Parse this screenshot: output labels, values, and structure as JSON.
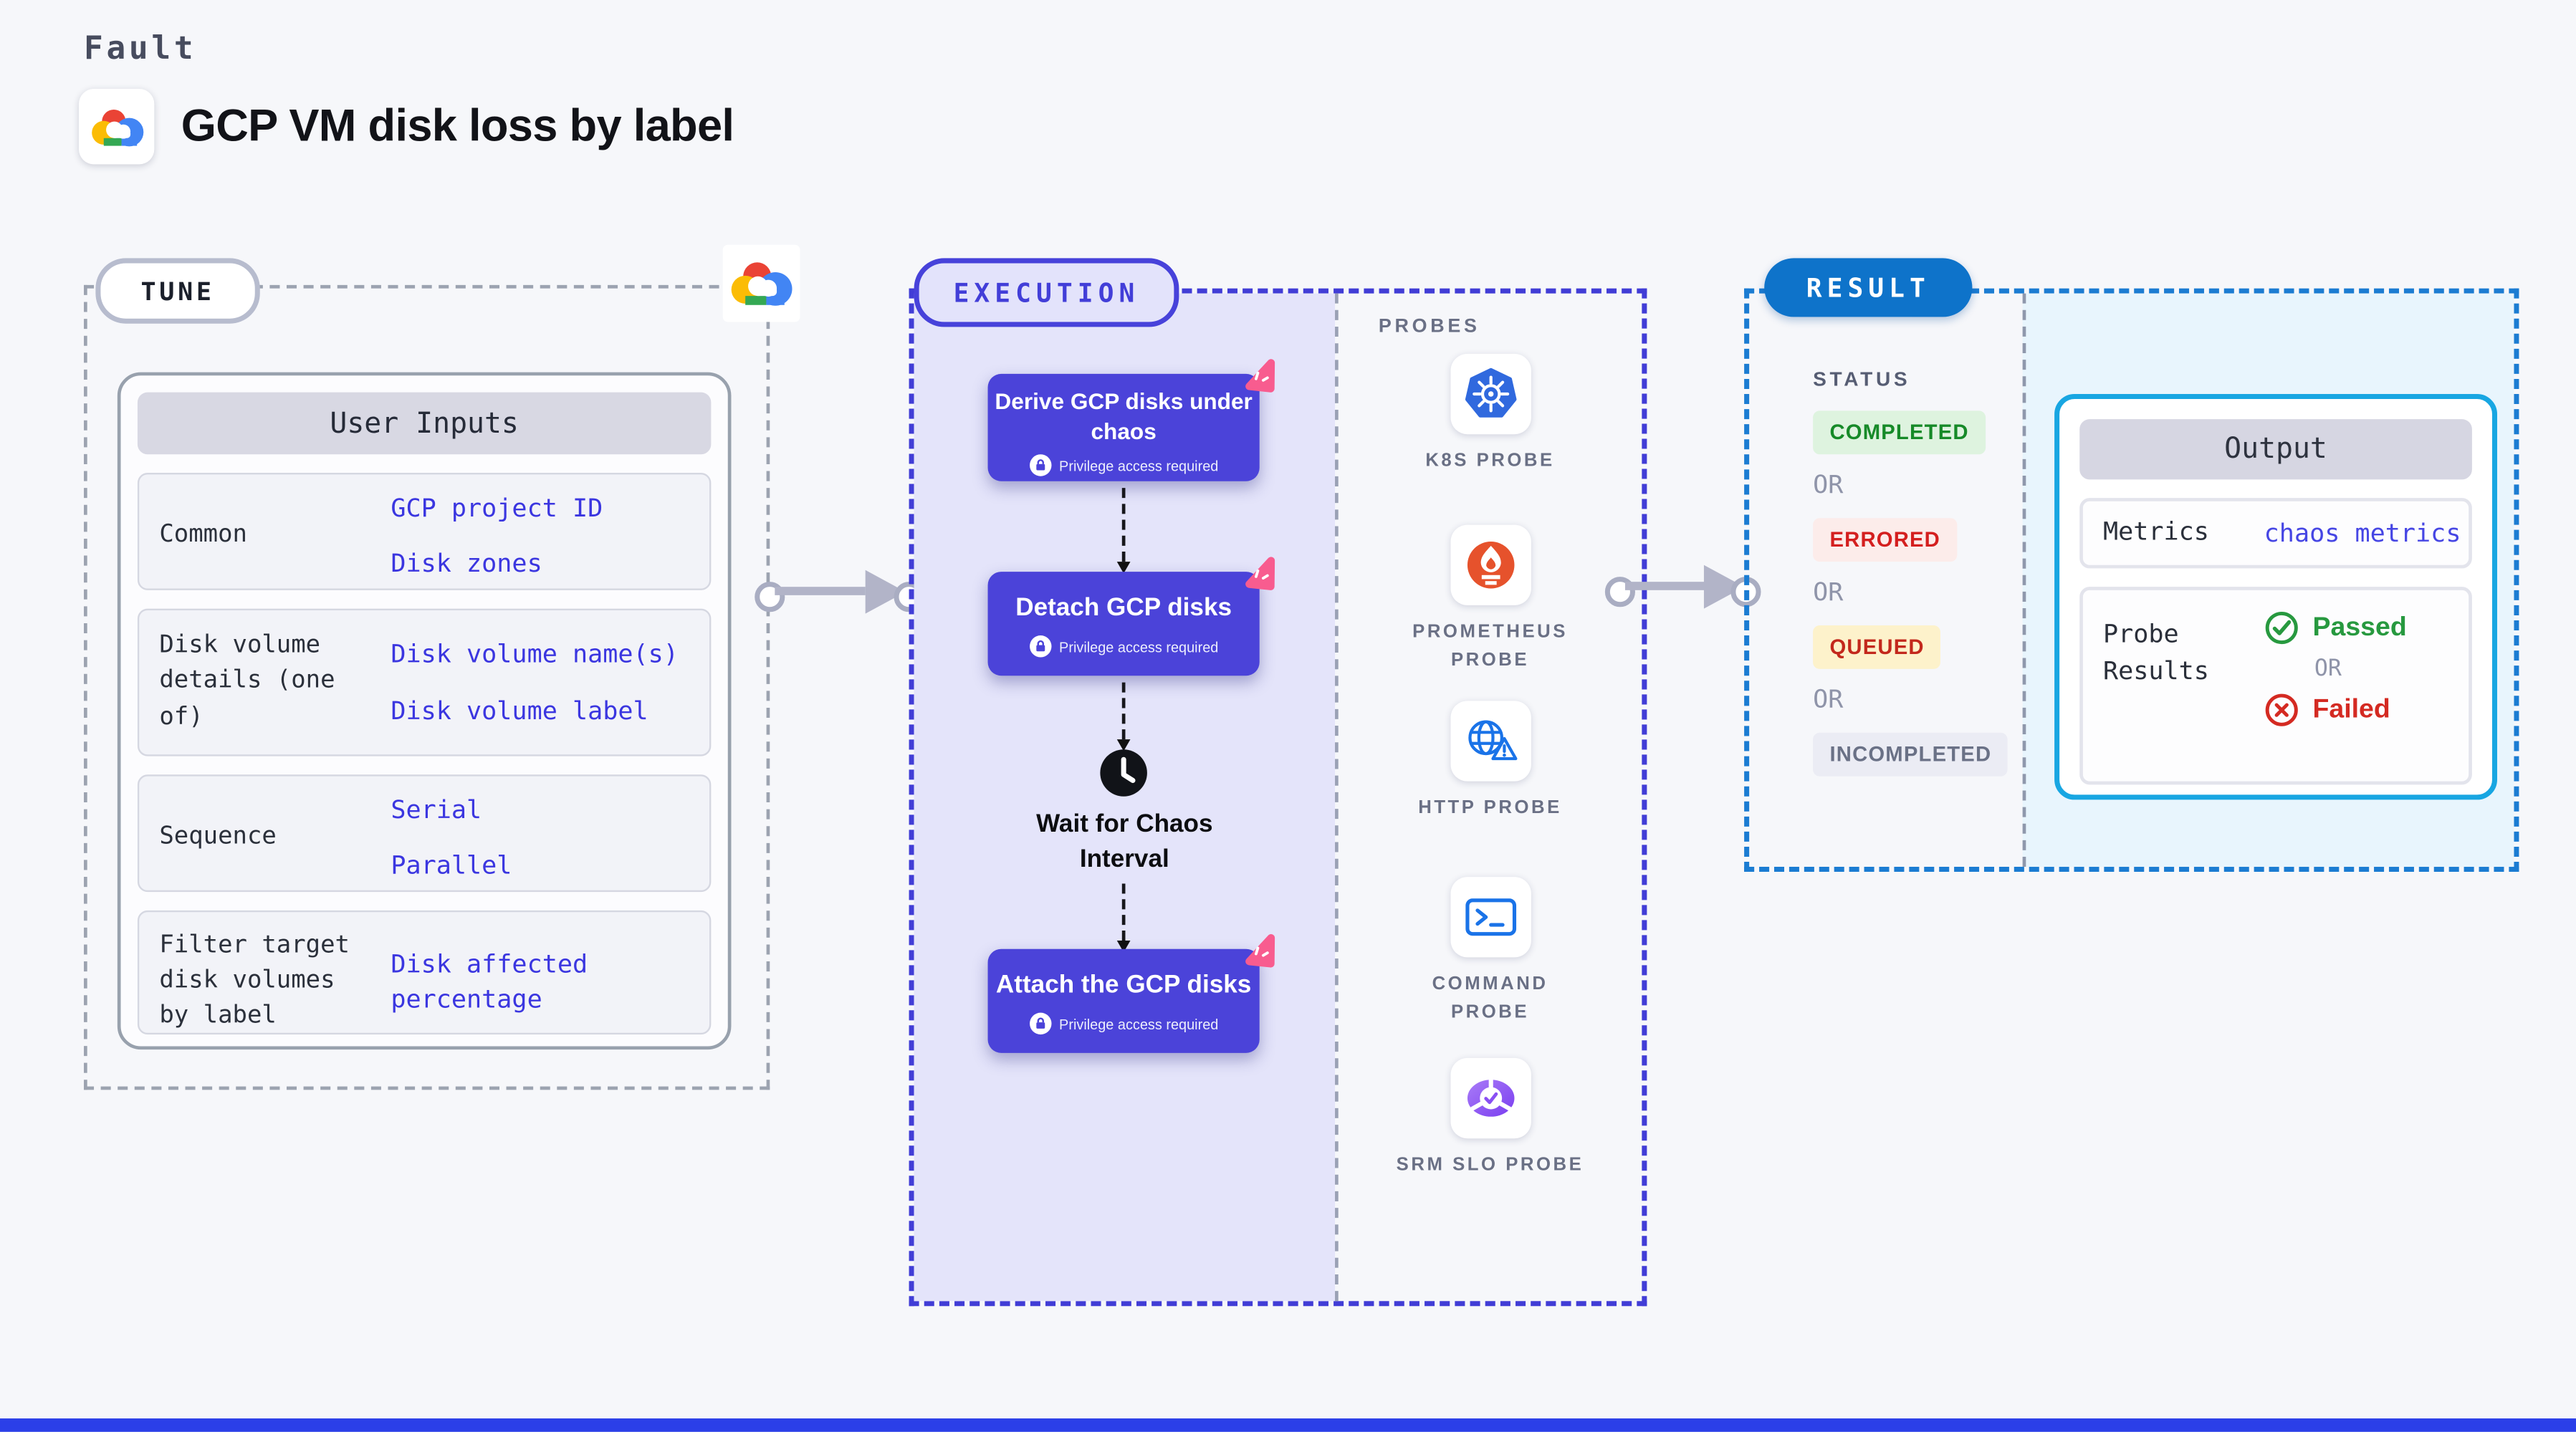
{
  "page": {
    "kicker": "Fault",
    "title": "GCP VM disk loss by label"
  },
  "tune": {
    "badge": "TUNE",
    "user_inputs": {
      "header": "User Inputs",
      "rows": [
        {
          "label": "Common",
          "links": [
            "GCP project ID",
            "Disk zones"
          ]
        },
        {
          "label": "Disk volume details (one of)",
          "links": [
            "Disk volume name(s)",
            "Disk volume label"
          ]
        },
        {
          "label": "Sequence",
          "links": [
            "Serial",
            "Parallel"
          ]
        },
        {
          "label": "Filter target disk volumes by label",
          "links": [
            "Disk affected percentage"
          ]
        }
      ]
    }
  },
  "execution": {
    "badge": "EXECUTION",
    "privilege_label": "Privilege access required",
    "nodes": [
      {
        "title": "Derive GCP disks under chaos"
      },
      {
        "title": "Detach GCP disks"
      },
      {
        "title": "Attach the GCP disks"
      }
    ],
    "wait_label": "Wait for Chaos Interval"
  },
  "probes": {
    "heading": "PROBES",
    "items": [
      {
        "label": "K8S PROBE",
        "icon": "kubernetes-icon"
      },
      {
        "label": "PROMETHEUS PROBE",
        "icon": "prometheus-icon"
      },
      {
        "label": "HTTP PROBE",
        "icon": "http-globe-icon"
      },
      {
        "label": "COMMAND PROBE",
        "icon": "terminal-icon"
      },
      {
        "label": "SRM SLO PROBE",
        "icon": "srm-slo-icon"
      }
    ]
  },
  "result": {
    "badge": "RESULT",
    "status": {
      "heading": "STATUS",
      "separator": "OR",
      "items": [
        {
          "label": "COMPLETED",
          "color": "#168a28",
          "bg": "#def3df"
        },
        {
          "label": "ERRORED",
          "color": "#d41f1f",
          "bg": "#fcecea"
        },
        {
          "label": "QUEUED",
          "color": "#c3281c",
          "bg": "#fdf2cb"
        },
        {
          "label": "INCOMPLETED",
          "color": "#6a7186",
          "bg": "#ebecf4"
        }
      ]
    },
    "output": {
      "header": "Output",
      "metrics_label": "Metrics",
      "metrics_value": "chaos metrics",
      "probe_results_label": "Probe Results",
      "passed_label": "Passed",
      "failed_label": "Failed",
      "separator": "OR"
    }
  },
  "colors": {
    "node_purple": "#4b43d9",
    "execution_accent": "#4742da",
    "result_accent": "#0e73ca",
    "tune_border": "#9ca3b0",
    "link_blue": "#3b36e0",
    "passed_green": "#27993f",
    "failed_red": "#d42a22",
    "output_border": "#18a6e2",
    "kubernetes_blue": "#3069de",
    "prometheus_orange": "#e6522c",
    "http_blue": "#1a73e8",
    "srm_purple": "#8a4ff3",
    "chaos_pink": "#f85c8f",
    "bottom_bar_blue": "#2b3fe8"
  }
}
